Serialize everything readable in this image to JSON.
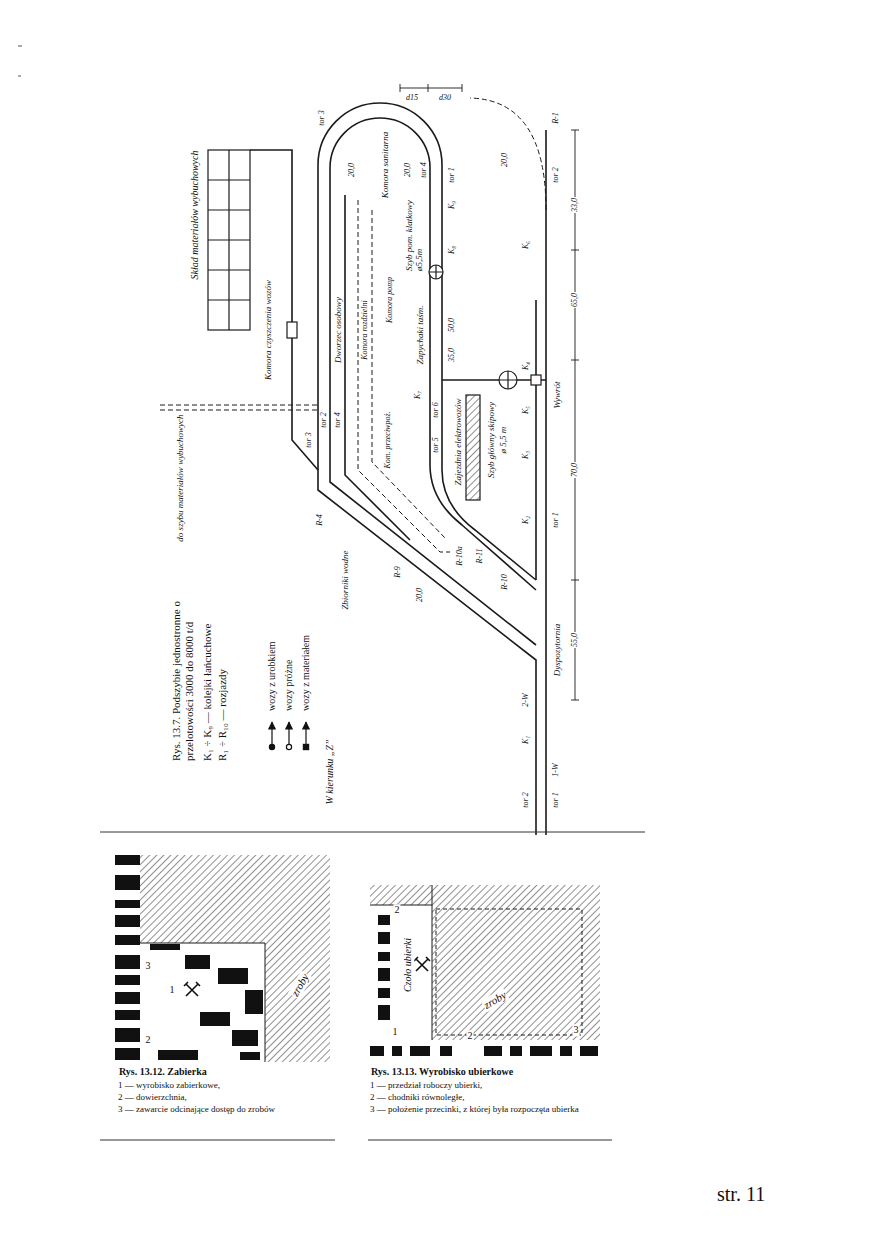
{
  "diagram": {
    "caption": "Rys. 13.7. Podszybie jednostronne o przelotowości 3000 do 8000 t/d",
    "labels": [
      "K₁ ÷ K₉ — kolejki łańcuchowe",
      "R₁ ÷ R₁₀ — rozjazdy",
      "W kierunku „Z”",
      "Skład materiałów wybuchowych",
      "do szybu materiałów wybuchowych",
      "Komora czyszczenia wozów",
      "Dworzec osobowy",
      "Komora sanitarna",
      "Komora rozdzielni",
      "Komora pomp",
      "Kom. przeciwpoż.",
      "Zbiorniki wodne",
      "Zajezdnia elektrowozów",
      "Szyb główny skipowy",
      "ø 5,5 m",
      "Szyb pom. klatkowy ø5,5m",
      "Zapychaki taśm.",
      "Dyspozytornia",
      "Wywrót",
      "tor 1",
      "tor 2",
      "tor 1",
      "tor 2",
      "tor 3",
      "tor 2",
      "tor 4",
      "tor 3",
      "tor 4",
      "tor 1",
      "tor 5",
      "tor 6",
      "70,0",
      "65,0",
      "33,0",
      "55,0",
      "50,0",
      "35,0",
      "20,0",
      "20,0",
      "20,0",
      "20,0",
      "d15",
      "d30",
      "K₁",
      "K₂",
      "K₃",
      "K₄",
      "K₅",
      "K₆",
      "K₇",
      "K₈",
      "K₉",
      "R-1",
      "R-4",
      "R-9",
      "R-10",
      "R-10a",
      "R-11",
      "1-W",
      "2-W",
      "zroby",
      "1",
      "2",
      "3",
      "Rys. 13.12. Zabierka",
      "1 — wyrobisko zabierkowe,",
      "2 — dowierzchnia,",
      "3 — zawarcie odcinające dostęp do zrobów",
      "Czoło ubierki",
      "zroby",
      "1",
      "2",
      "2",
      "3",
      "Rys. 13.13. Wyrobisko ubierkowe",
      "1 — przedział roboczy ubierki,",
      "2 — chodniki równoległe,",
      "3 — położenie przecinki, z której była rozpoczęta ubierka",
      "str. 11"
    ],
    "legend": [
      {
        "text": "wozy z urobkiem"
      },
      {
        "text": "wozy próżne"
      },
      {
        "text": "wozy z materiałem"
      }
    ]
  }
}
